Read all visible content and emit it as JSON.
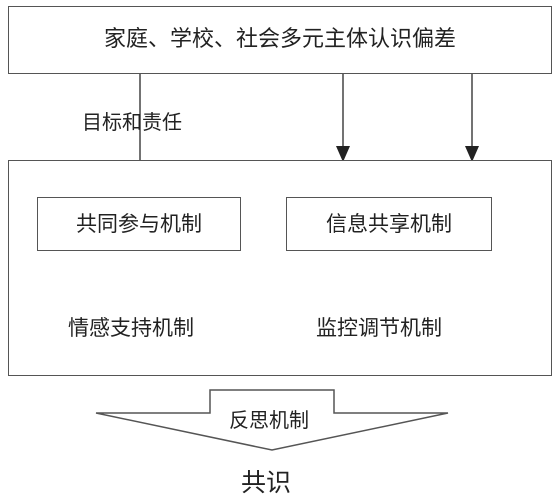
{
  "top_box": {
    "label": "家庭、学校、社会多元主体认识偏差"
  },
  "arrow_label": "目标和责任",
  "inner_boxes": [
    {
      "label": "共同参与机制"
    },
    {
      "label": "信息共享机制"
    }
  ],
  "plain_labels": [
    {
      "label": "情感支持机制"
    },
    {
      "label": "监控调节机制"
    }
  ],
  "reflection_label": "反思机制",
  "result_label": "共识"
}
